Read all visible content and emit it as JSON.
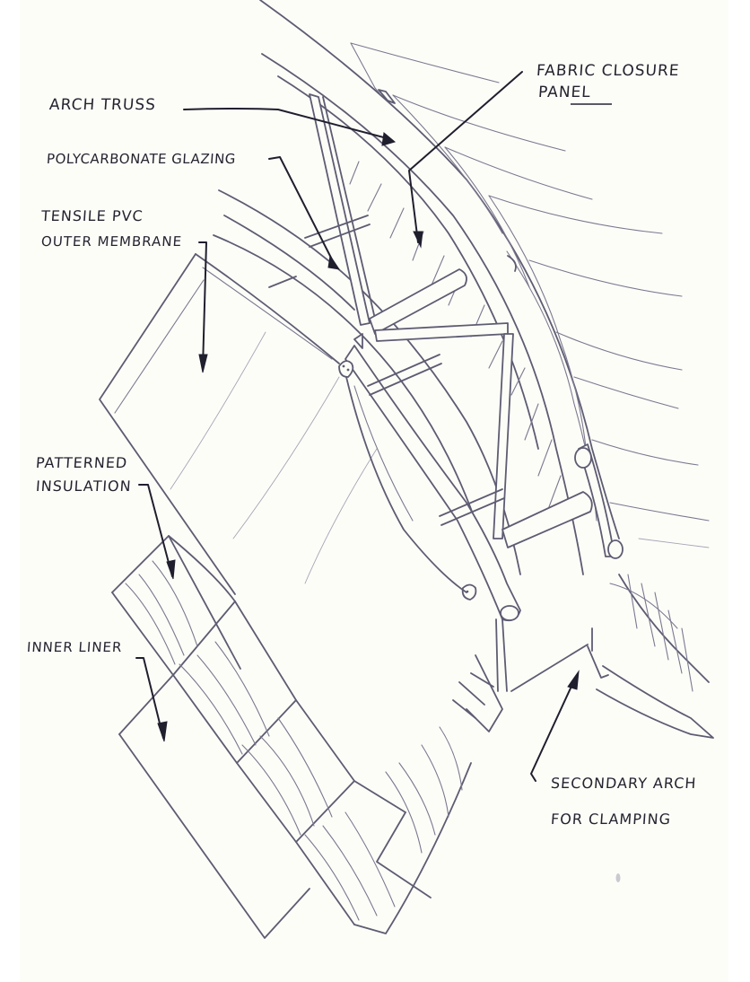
{
  "diagram": {
    "type": "hand-drawn exploded axonometric sketch",
    "subject": "arched roof assembly with truss, glazing and layered fabric membranes",
    "colors": {
      "paper": "#fdfdf8",
      "ink_structure": "#5d5c72",
      "ink_leaders": "#1f1f2e"
    }
  },
  "labels": {
    "arch_truss": "ARCH TRUSS",
    "fabric_closure_panel_line1": "FABRIC CLOSURE",
    "fabric_closure_panel_line2": "PANEL",
    "polycarbonate_glazing": "POLYCARBONATE GLAZING",
    "tensile_pvc_line1": "TENSILE PVC",
    "tensile_pvc_line2": "OUTER MEMBRANE",
    "patterned_insulation_line1": "PATTERNED",
    "patterned_insulation_line2": "INSULATION",
    "inner_liner": "INNER LINER",
    "secondary_arch_line1": "SECONDARY ARCH",
    "secondary_arch_line2": "FOR CLAMPING"
  }
}
